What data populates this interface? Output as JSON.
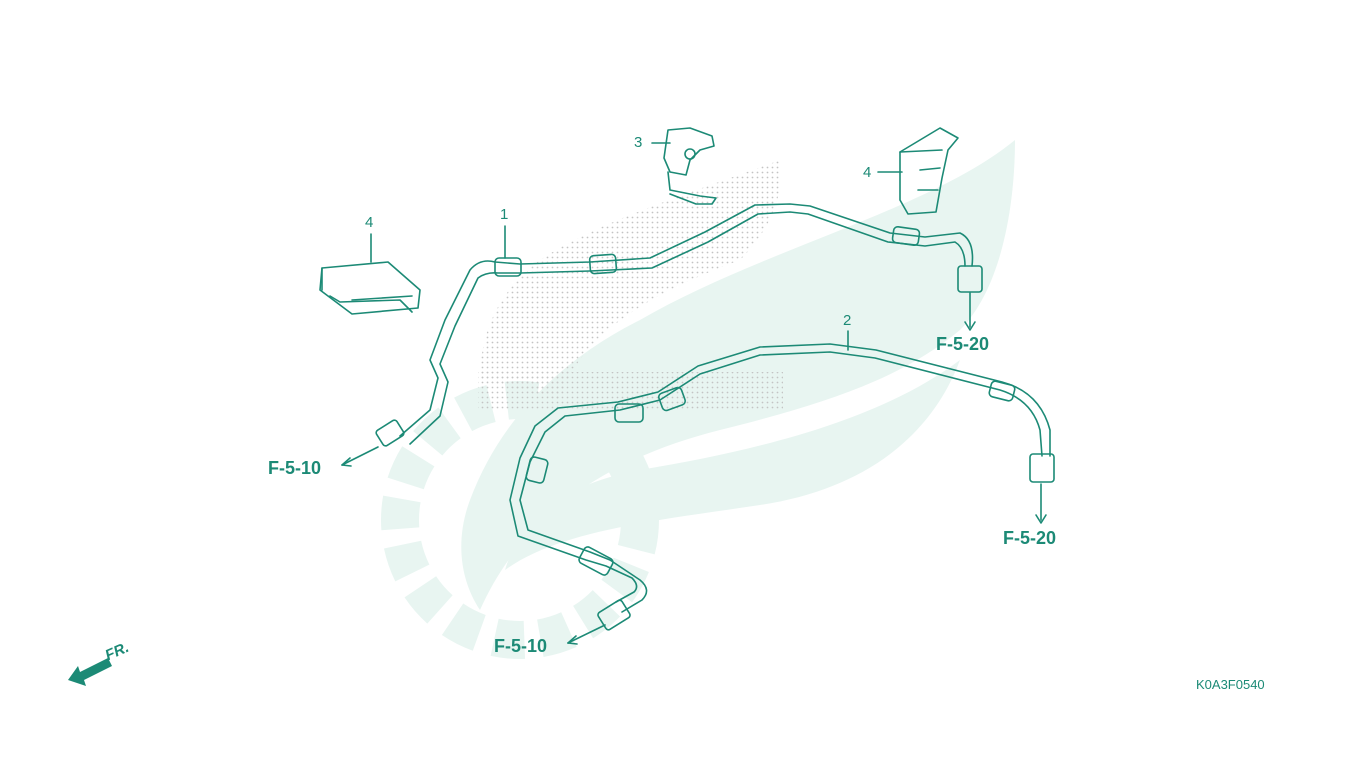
{
  "callouts": [
    "1",
    "2",
    "3",
    "4",
    "4"
  ],
  "references": [
    "F-5-10",
    "F-5-10",
    "F-5-20",
    "F-5-20"
  ],
  "direction_label": "FR.",
  "diagram_code": "K0A3F0540",
  "colors": {
    "line": "#1c8a76",
    "watermark": "#e6f4f0",
    "watermark_dots": "#c9c9c9"
  }
}
